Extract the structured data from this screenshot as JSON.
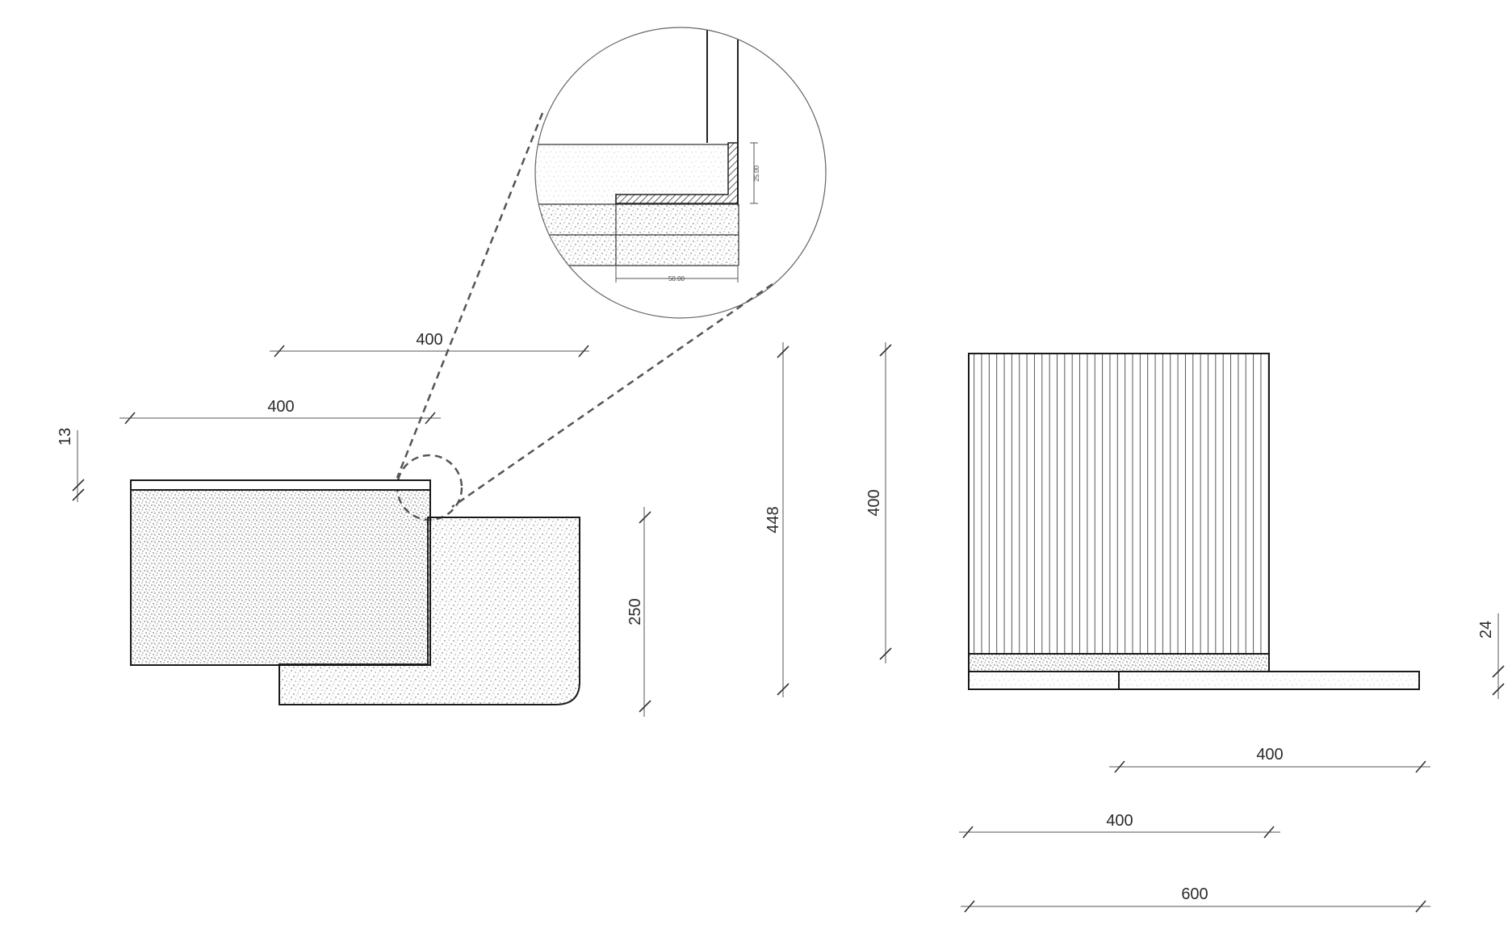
{
  "dimensions": {
    "top_400": "400",
    "left_400": "400",
    "left_13": "13",
    "mid_250": "250",
    "v_448": "448",
    "v_400": "400",
    "right_24": "24",
    "bottom_400_right": "400",
    "bottom_400_left": "400",
    "bottom_600": "600"
  },
  "detail": {
    "height_label": "25.00",
    "width_label": "50.00"
  }
}
